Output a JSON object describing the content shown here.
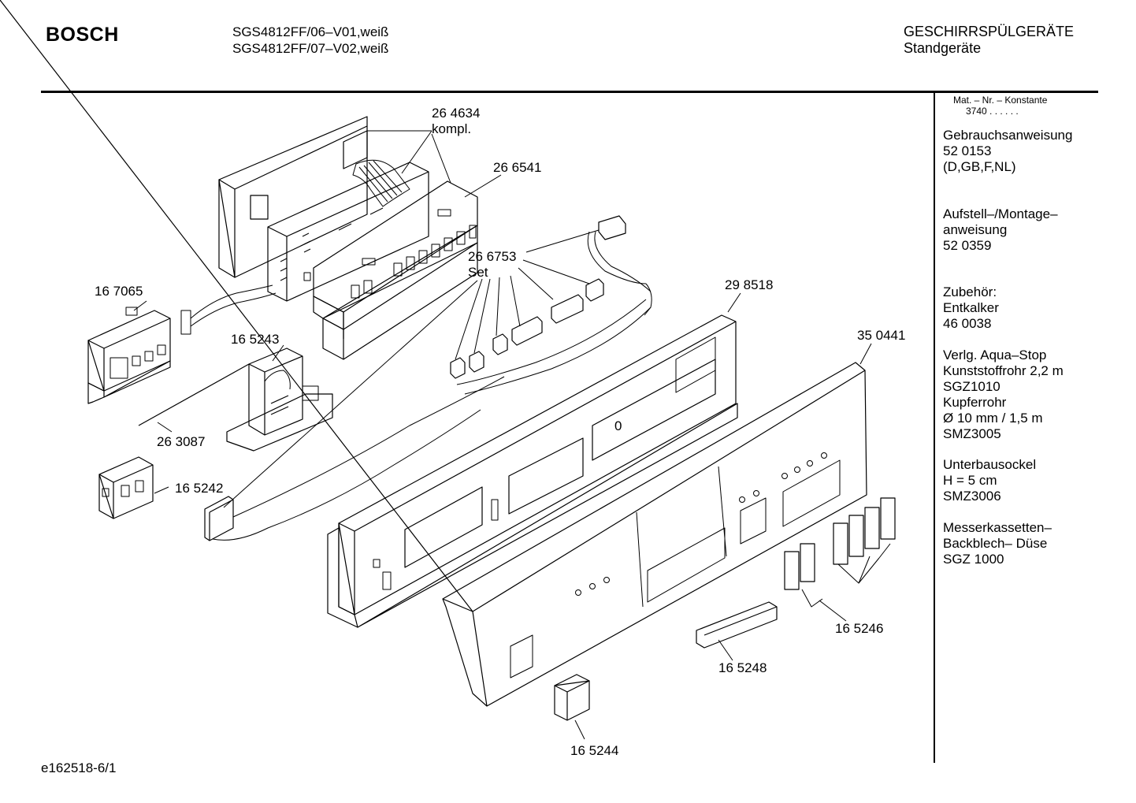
{
  "header": {
    "brand": "BOSCH",
    "models": [
      "SGS4812FF/06–V01,weiß",
      "SGS4812FF/07–V02,weiß"
    ],
    "category": [
      "GESCHIRRSPÜLGERÄTE",
      "Standgeräte"
    ]
  },
  "sidebar": {
    "mat_nr_label": "Mat. – Nr. – Konstante",
    "mat_nr_value": "3740 .  .  .  .  .  .",
    "sections": [
      {
        "lines": [
          "Gebrauchsanweisung",
          "52 0153",
          "(D,GB,F,NL)"
        ]
      },
      {
        "lines": [
          "Aufstell–/Montage–",
          "anweisung",
          "52 0359"
        ]
      },
      {
        "lines": [
          "Zubehör:",
          "Entkalker",
          "46 0038"
        ]
      },
      {
        "lines": [
          "Verlg. Aqua–Stop",
          "Kunststoffrohr 2,2 m",
          "SGZ1010",
          "Kupferrohr",
          "Ø 10 mm / 1,5 m",
          "SMZ3005"
        ]
      },
      {
        "lines": [
          "Unterbausockel",
          "H = 5 cm",
          "SMZ3006"
        ]
      },
      {
        "lines": [
          "Messerkassetten–",
          "Backblech– Düse",
          "SGZ 1000"
        ]
      }
    ]
  },
  "callouts": {
    "p264634": [
      "26 4634",
      "kompl."
    ],
    "p266541": "26 6541",
    "p266753": [
      "26 6753",
      "Set"
    ],
    "p167065": "16 7065",
    "p165243": "16 5243",
    "p263087": "26 3087",
    "p165242": "16 5242",
    "p298518": "29 8518",
    "p350441": "35 0441",
    "p165246": "16 5246",
    "p165248": "16 5248",
    "p165244": "16 5244"
  },
  "panel_label": "0",
  "doc_id": "e162518-6/1"
}
